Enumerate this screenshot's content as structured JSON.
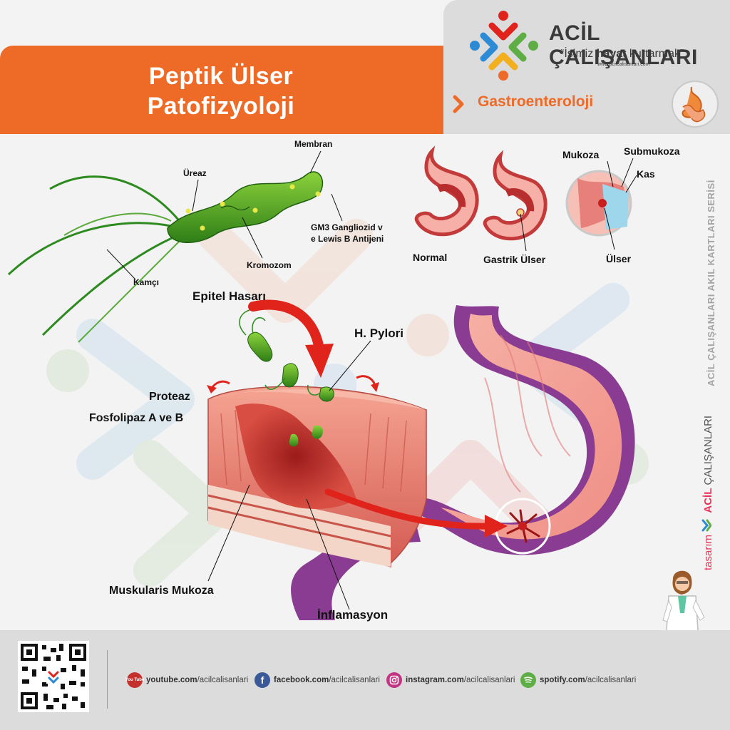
{
  "header": {
    "title_line1": "Peptik Ülser",
    "title_line2": "Patofizyoloji",
    "brand_name": "ACİL ÇALIŞANLARI",
    "brand_slogan_pre": "“İşimiz ",
    "brand_slogan_bold": "hayat",
    "brand_slogan_post": " kurtarmak”",
    "brand_url": "www.acilcalisanlari.com",
    "category": "Gastroenteroloji"
  },
  "labels": {
    "membran": "Membran",
    "ureaz": "Üreaz",
    "gm3_line1": "GM3 Gangliozid v",
    "gm3_line2": "e Lewis B Antijeni",
    "kromozom": "Kromozom",
    "kamci": "Kamçı",
    "normal": "Normal",
    "gastrik_ulser": "Gastrik Ülser",
    "mukoza": "Mukoza",
    "submukoza": "Submukoza",
    "kas": "Kas",
    "ulser": "Ülser",
    "epitel_hasari": "Epitel Hasarı",
    "h_pylori": "H. Pylori",
    "proteaz": "Proteaz",
    "fosfolipaz": "Fosfolipaz A ve B",
    "muskularis_mukoza": "Muskularis Mukoza",
    "inflamasyon": "İnflamasyon"
  },
  "side": {
    "series": "ACİL ÇALIŞANLARI AKIL KARTLARI SERİSİ",
    "design_prefix": "tasarım",
    "design_brand_bold": "ACİL",
    "design_brand_rest": " ÇALIŞANLARI"
  },
  "footer": {
    "youtube_label": "youtube.com",
    "youtube_handle": "/acilcalisanlari",
    "facebook_label": "facebook.com",
    "facebook_handle": "/acilcalisanlari",
    "instagram_label": "instagram.com",
    "instagram_handle": "/acilcalisanlari",
    "spotify_label": "spotify.com",
    "spotify_handle": "/acilcalisanlari",
    "youtube_icon_text": "You Tube"
  },
  "colors": {
    "orange": "#ee6a27",
    "panel_gray": "#dcdcdc",
    "arrow_red": "#e0241c",
    "bacteria_green": "#3e9b1f",
    "stomach_purple": "#8a3c93",
    "youtube_red": "#c4302b",
    "facebook_blue": "#3b5998",
    "instagram_pink": "#c13584",
    "spotify_green": "#5fae45"
  },
  "icons": [
    "brand-logo-icon",
    "chevron-right-icon",
    "stomach-icon",
    "qr-code-icon",
    "youtube-icon",
    "facebook-icon",
    "instagram-icon",
    "spotify-icon",
    "doctor-icon"
  ]
}
